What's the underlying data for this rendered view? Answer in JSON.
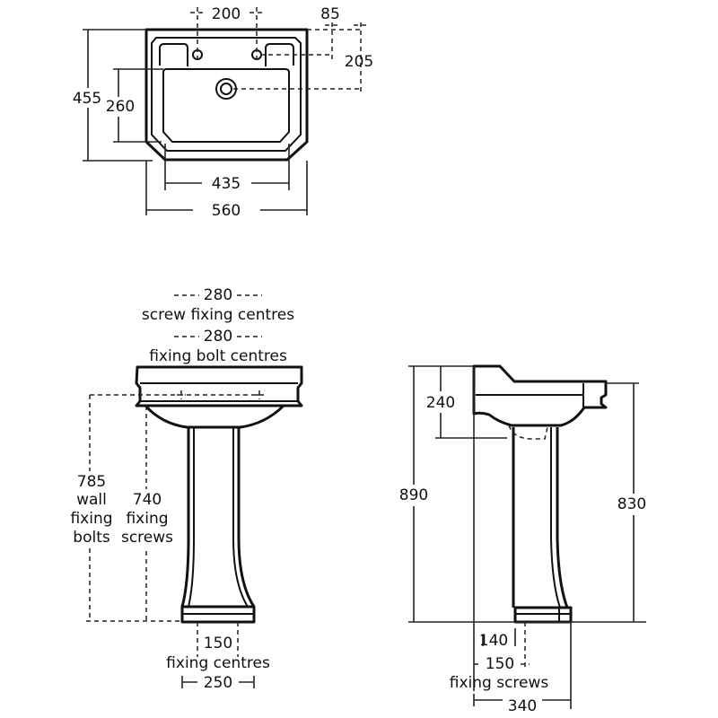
{
  "plan_view": {
    "tap_centres": "200",
    "tap_offset": "85",
    "waste_offset": "205",
    "overall_depth": "455",
    "bowl_depth": "260",
    "bowl_width": "435",
    "overall_width": "560"
  },
  "front_view": {
    "screw_centres_value": "280",
    "screw_centres_label": "screw fixing centres",
    "bolt_centres_value": "280",
    "bolt_centres_label": "fixing bolt centres",
    "wall_bolts_value": "785",
    "wall_bolts_line1": "wall",
    "wall_bolts_line2": "fixing",
    "wall_bolts_line3": "bolts",
    "screws_value": "740",
    "screws_line1": "fixing",
    "screws_line2": "screws",
    "foot_centres_value": "150",
    "foot_centres_label": "fixing centres",
    "foot_width": "250"
  },
  "side_view": {
    "bowl_height": "240",
    "overall_height": "890",
    "rim_height": "830",
    "wall_to_foot": "140",
    "screw_centres_value": "150",
    "screw_centres_label": "fixing screws",
    "projection": "340"
  }
}
